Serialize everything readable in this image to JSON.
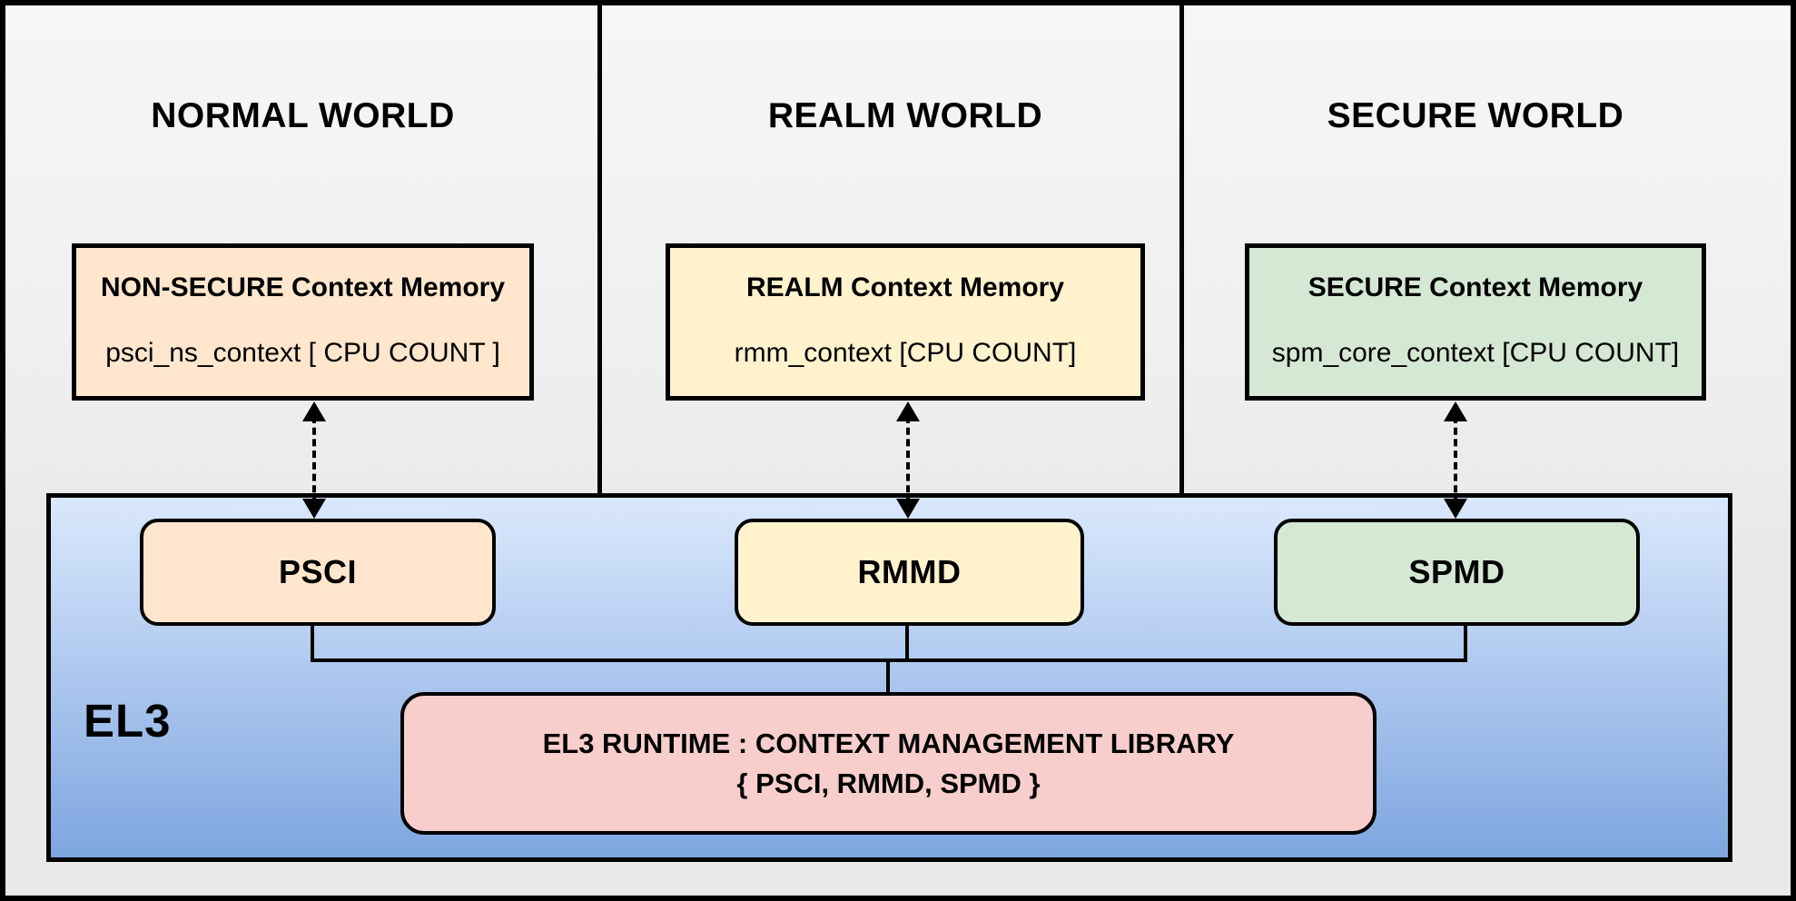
{
  "worlds": [
    {
      "title": "NORMAL WORLD",
      "context_memory": {
        "title": "NON-SECURE Context Memory",
        "code": "psci_ns_context  [ CPU COUNT ]"
      },
      "dispatcher": "PSCI",
      "fill_color": "#FFE6CC"
    },
    {
      "title": "REALM WORLD",
      "context_memory": {
        "title": "REALM Context Memory",
        "code": "rmm_context [CPU COUNT]"
      },
      "dispatcher": "RMMD",
      "fill_color": "#FFF2CC"
    },
    {
      "title": "SECURE WORLD",
      "context_memory": {
        "title": "SECURE Context Memory",
        "code": "spm_core_context  [CPU COUNT]"
      },
      "dispatcher": "SPMD",
      "fill_color": "#D5E8D4"
    }
  ],
  "el3": {
    "label": "EL3",
    "runtime_line1": "EL3 RUNTIME : CONTEXT MANAGEMENT LIBRARY",
    "runtime_line2": "{ PSCI, RMMD, SPMD }",
    "runtime_fill": "#F8CECC",
    "gradient_top": "#DAE8FC",
    "gradient_bottom": "#7EA6E0"
  },
  "colors": {
    "outline": "#000000",
    "panel_background": "#F2F2F2"
  }
}
